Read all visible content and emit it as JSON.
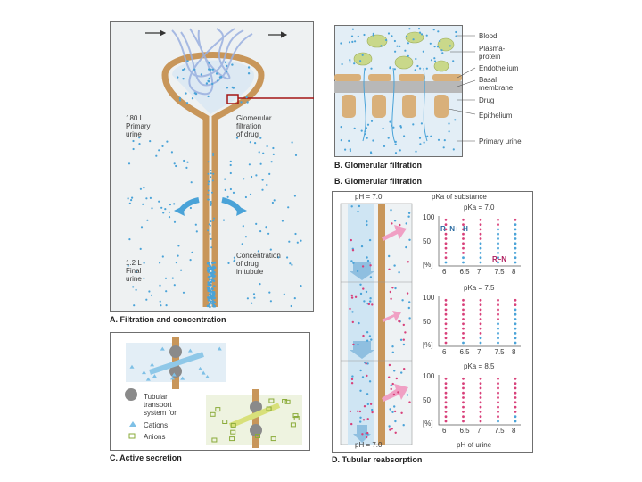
{
  "panelA": {
    "caption": "A. Filtration and concentration",
    "primary_volume": "180 L",
    "primary_label": "Primary",
    "primary_label2": "urine",
    "glom_label1": "Glomerular",
    "glom_label2": "filtration",
    "glom_label3": "of drug",
    "final_volume": "1.2 L",
    "final_label": "Final",
    "final_label2": "urine",
    "conc_label1": "Concentration",
    "conc_label2": "of drug",
    "conc_label3": "in tubule"
  },
  "panelB": {
    "caption": "B. Glomerular filtration",
    "caption2": "B. Glomerular filtration",
    "legend": [
      "Blood",
      "Plasma-",
      "protein",
      "Endothelium",
      "Basal",
      "membrane",
      "Drug",
      "Epithelium",
      "Primary urine"
    ]
  },
  "panelC": {
    "caption": "C. Active secretion",
    "legend1": "Tubular",
    "legend2": "transport",
    "legend3": "system for",
    "cations": "Cations",
    "anions": "Anions"
  },
  "panelD": {
    "caption": "D. Tubular reabsorption",
    "ph_top": "pH = 7.0",
    "ph_bottom": "pH = 7.0",
    "pka_header": "pKa of substance",
    "pka1": "pKa = 7.0",
    "pka2": "pKa = 7.5",
    "pka3": "pKa = 8.5",
    "ph_axis_label": "pH of urine",
    "ionized": "R–N+–H",
    "neutral": "R–N",
    "y_ticks": [
      "100",
      "50",
      "[%]"
    ],
    "x_ticks": [
      "6",
      "6.5",
      "7",
      "7.5",
      "8"
    ]
  },
  "colors": {
    "blue": "#4aa3d8",
    "pink": "#d8407a",
    "tan": "#d9b07a",
    "panel_bg": "#eef2f4",
    "border": "#6f6f6f",
    "cell_green": "#c9d88a",
    "link_red": "#a31515"
  }
}
